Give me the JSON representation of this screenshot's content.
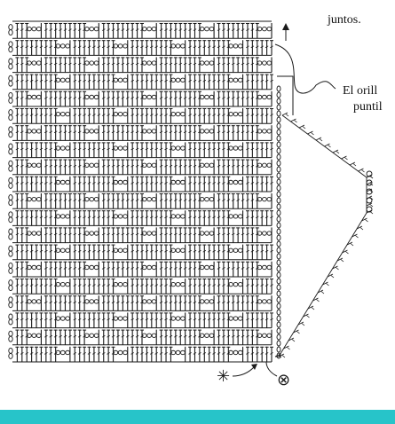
{
  "annotations": {
    "top_note": "juntos.",
    "edge_note_line1": "El orill",
    "edge_note_line2": "puntil"
  },
  "chart": {
    "rows": 20,
    "columns": 18,
    "open_mesh_cells": [
      [
        0,
        1
      ],
      [
        0,
        5
      ],
      [
        0,
        9
      ],
      [
        0,
        13
      ],
      [
        0,
        17
      ],
      [
        1,
        3
      ],
      [
        1,
        7
      ],
      [
        1,
        11
      ],
      [
        1,
        15
      ],
      [
        2,
        1
      ],
      [
        2,
        5
      ],
      [
        2,
        9
      ],
      [
        2,
        13
      ],
      [
        2,
        17
      ],
      [
        3,
        3
      ],
      [
        3,
        7
      ],
      [
        3,
        11
      ],
      [
        3,
        15
      ],
      [
        4,
        1
      ],
      [
        4,
        5
      ],
      [
        4,
        9
      ],
      [
        4,
        13
      ],
      [
        4,
        17
      ],
      [
        5,
        3
      ],
      [
        5,
        7
      ],
      [
        5,
        11
      ],
      [
        5,
        15
      ],
      [
        6,
        1
      ],
      [
        6,
        5
      ],
      [
        6,
        9
      ],
      [
        6,
        13
      ],
      [
        6,
        17
      ],
      [
        7,
        3
      ],
      [
        7,
        7
      ],
      [
        7,
        11
      ],
      [
        7,
        15
      ],
      [
        8,
        1
      ],
      [
        8,
        5
      ],
      [
        8,
        9
      ],
      [
        8,
        13
      ],
      [
        8,
        17
      ],
      [
        9,
        3
      ],
      [
        9,
        7
      ],
      [
        9,
        11
      ],
      [
        9,
        15
      ],
      [
        10,
        1
      ],
      [
        10,
        5
      ],
      [
        10,
        9
      ],
      [
        10,
        13
      ],
      [
        10,
        17
      ],
      [
        11,
        3
      ],
      [
        11,
        7
      ],
      [
        11,
        11
      ],
      [
        11,
        15
      ],
      [
        12,
        1
      ],
      [
        12,
        5
      ],
      [
        12,
        9
      ],
      [
        12,
        13
      ],
      [
        12,
        17
      ],
      [
        13,
        3
      ],
      [
        13,
        7
      ],
      [
        13,
        11
      ],
      [
        13,
        15
      ],
      [
        14,
        1
      ],
      [
        14,
        5
      ],
      [
        14,
        9
      ],
      [
        14,
        13
      ],
      [
        14,
        17
      ],
      [
        15,
        3
      ],
      [
        15,
        7
      ],
      [
        15,
        11
      ],
      [
        15,
        15
      ],
      [
        16,
        1
      ],
      [
        16,
        5
      ],
      [
        16,
        9
      ],
      [
        16,
        13
      ],
      [
        16,
        17
      ],
      [
        17,
        3
      ],
      [
        17,
        7
      ],
      [
        17,
        11
      ],
      [
        17,
        15
      ],
      [
        18,
        1
      ],
      [
        18,
        5
      ],
      [
        18,
        9
      ],
      [
        18,
        13
      ],
      [
        18,
        17
      ],
      [
        19,
        3
      ],
      [
        19,
        7
      ],
      [
        19,
        11
      ],
      [
        19,
        15
      ]
    ],
    "start_symbol": "✳",
    "end_symbol": "⊗"
  },
  "colors": {
    "ink": "#1a1a1a",
    "background": "#ffffff",
    "bottom_band": "#27c4c9"
  }
}
